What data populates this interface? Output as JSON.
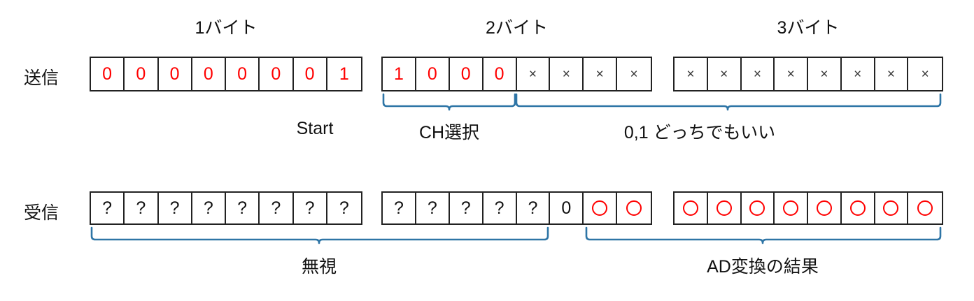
{
  "diagram": {
    "title_row_labels": {
      "transmit": "送信",
      "receive": "受信"
    },
    "byte_headers": [
      {
        "label": "1バイト"
      },
      {
        "label": "2バイト"
      },
      {
        "label": "3バイト"
      }
    ],
    "accent_color": "#2e75a6",
    "red_color": "#ff0000",
    "line_color": "#222222",
    "transmit_row": {
      "label": "送信",
      "bytes": [
        {
          "name": "byte-1",
          "cells": [
            "0",
            "0",
            "0",
            "0",
            "0",
            "0",
            "0",
            "1"
          ],
          "styles": [
            "red",
            "red",
            "red",
            "red",
            "red",
            "red",
            "red",
            "red"
          ]
        },
        {
          "name": "byte-2",
          "cells": [
            "1",
            "0",
            "0",
            "0",
            "×",
            "×",
            "×",
            "×"
          ],
          "styles": [
            "red",
            "red",
            "red",
            "red",
            "x",
            "x",
            "x",
            "x"
          ]
        },
        {
          "name": "byte-3",
          "cells": [
            "×",
            "×",
            "×",
            "×",
            "×",
            "×",
            "×",
            "×"
          ],
          "styles": [
            "x",
            "x",
            "x",
            "x",
            "x",
            "x",
            "x",
            "x"
          ]
        }
      ],
      "annotations": [
        {
          "name": "start-label",
          "text": "Start"
        },
        {
          "name": "ch-select-label",
          "text": "CH選択"
        },
        {
          "name": "dont-care-label",
          "text": "0,1 どっちでもいい"
        }
      ]
    },
    "receive_row": {
      "label": "受信",
      "bytes": [
        {
          "name": "byte-1",
          "cells": [
            "?",
            "?",
            "?",
            "?",
            "?",
            "?",
            "?",
            "?"
          ],
          "styles": [
            "q",
            "q",
            "q",
            "q",
            "q",
            "q",
            "q",
            "q"
          ]
        },
        {
          "name": "byte-2",
          "cells": [
            "?",
            "?",
            "?",
            "?",
            "?",
            "0",
            "○",
            "○"
          ],
          "styles": [
            "q",
            "q",
            "q",
            "q",
            "q",
            "black",
            "circle",
            "circle"
          ]
        },
        {
          "name": "byte-3",
          "cells": [
            "○",
            "○",
            "○",
            "○",
            "○",
            "○",
            "○",
            "○"
          ],
          "styles": [
            "circle",
            "circle",
            "circle",
            "circle",
            "circle",
            "circle",
            "circle",
            "circle"
          ]
        }
      ],
      "annotations": [
        {
          "name": "ignore-label",
          "text": "無視"
        },
        {
          "name": "ad-result-label",
          "text": "AD変換の結果"
        }
      ]
    }
  }
}
